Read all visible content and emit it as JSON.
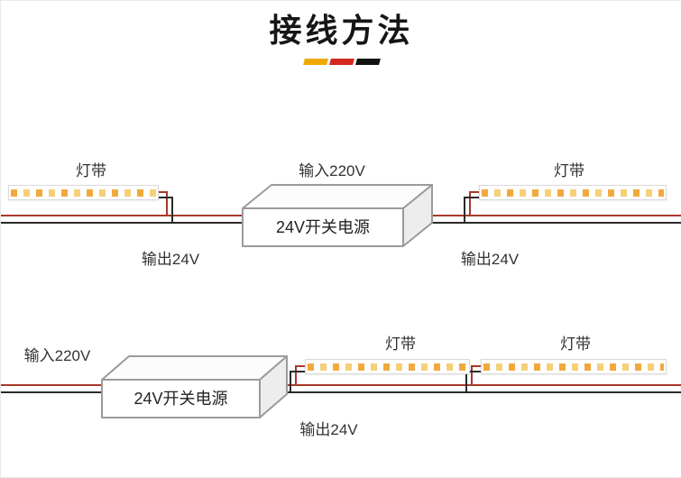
{
  "title": "接线方法",
  "divider_colors": {
    "yellow": "#f0a800",
    "red": "#d2281e",
    "black": "#121212"
  },
  "colors": {
    "wire_red": "#a8392b",
    "wire_black": "#2a2a2a",
    "led_orange": "#f2a93c",
    "led_yellow": "#f6cf79",
    "box_stroke": "#9b9b9b",
    "text": "#333333"
  },
  "top_diagram": {
    "left_strip_label": "灯带",
    "input_label": "输入220V",
    "right_strip_label": "灯带",
    "psu_label": "24V开关电源",
    "output_left_label": "输出24V",
    "output_right_label": "输出24V"
  },
  "bottom_diagram": {
    "input_label": "输入220V",
    "psu_label": "24V开关电源",
    "strip_mid_label": "灯带",
    "strip_right_label": "灯带",
    "output_label": "输出24V"
  }
}
